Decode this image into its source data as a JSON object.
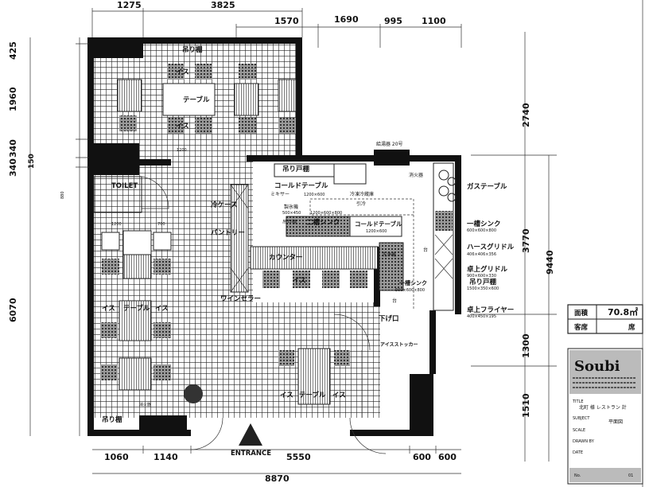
{
  "dimensions": {
    "top": [
      "1275",
      "3825",
      "1570",
      "1690",
      "995",
      "1100"
    ],
    "left": [
      "425",
      "1960",
      "340",
      "340",
      "150",
      "880",
      "6070"
    ],
    "right": [
      "2740",
      "3770",
      "9440",
      "1300",
      "1510"
    ],
    "bottom": [
      "1060",
      "1140",
      "5550",
      "600",
      "600"
    ],
    "bottom_total": "8870",
    "small": [
      "1200",
      "1200",
      "700"
    ]
  },
  "dining": {
    "hanging_shelf_top": "吊り棚",
    "chair": "イス",
    "table": "テーブル",
    "toilet": "TOILET",
    "cold_case": "冷ケース",
    "pantry": "パントリー",
    "counter": "カウンター",
    "wine_cellar": "ワインセラー",
    "return_window": "下げ口",
    "ice_stocker": "アイスストッカー",
    "hanging_shelf_bottom": "吊り棚",
    "extinguisher": "消火器",
    "entrance": "ENTRANCE"
  },
  "kitchen": {
    "hanging_cabinet": "吊り戸棚",
    "cold_table_1": "コールドテーブル",
    "mixer": "ミキサー",
    "mixer_size": "1200×600",
    "freezer": "冷凍冷蔵庫",
    "fridge": "引冷",
    "ice_machine": "製氷機",
    "ice_machine_size": "500×450",
    "double_sink": "二槽シンク",
    "double_sink_size": "1200×600×800",
    "cabinet": "吊戸棚",
    "cold_table_2": "コールドテーブル",
    "cold_table_2_size": "1200×600",
    "dishwasher": "洗浄機",
    "single_sink_1": "一槽シンク",
    "single_sink_1_size": "500×600×800",
    "water_heater": "給湯器 20号",
    "extinguisher": "消火器",
    "stand": "台"
  },
  "right_labels": [
    {
      "label": "ガステーブル",
      "size": ""
    },
    {
      "label": "一槽シンク",
      "size": "600×600×800"
    },
    {
      "label": "ハースグリドル",
      "size": "406×406×356"
    },
    {
      "label": "卓上グリドル",
      "size": "900×600×330"
    },
    {
      "label": "吊り戸棚",
      "size": "1500×350×600"
    },
    {
      "label": "卓上フライヤー",
      "size": "400×450×195"
    }
  ],
  "summary": {
    "area_label": "面積",
    "area_value": "70.8㎡",
    "seats_label": "客席",
    "seats_value": "席"
  },
  "title_block": {
    "logo": "Soubi",
    "title_label": "TITLE",
    "title_value": "北町 様 レストラン 計",
    "subject_label": "SUBJECT",
    "subject_value": "平面図",
    "scale_label": "SCALE",
    "drawn_by_label": "DRAWN BY",
    "date_label": "DATE",
    "no_label": "No.",
    "no_value": "01"
  }
}
